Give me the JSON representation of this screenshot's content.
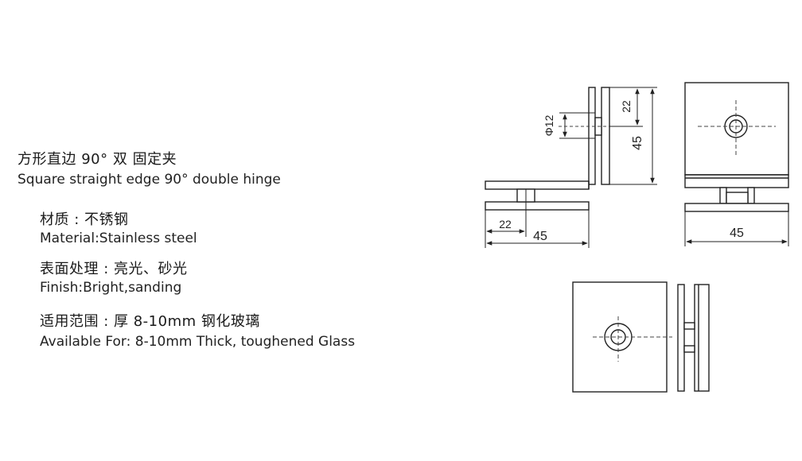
{
  "title": {
    "cn": "方形直边 90° 双 固定夹",
    "en": "Square straight edge 90° double hinge"
  },
  "specs": [
    {
      "cn": "材质 : 不锈钢",
      "en": "Material:Stainless steel"
    },
    {
      "cn": "表面处理 : 亮光、砂光",
      "en": "Finish:Bright,sanding"
    },
    {
      "cn": "适用范围 : 厚 8-10mm 钢化玻璃",
      "en": "Available For: 8-10mm Thick, toughened Glass"
    }
  ],
  "dimensions": {
    "hole": "Φ12",
    "offset_vertical": "22",
    "height": "45",
    "offset_horizontal": "22",
    "width_side": "45",
    "width_front": "45"
  },
  "colors": {
    "line": "#222222",
    "fill": "#ffffff",
    "dash": "#444444"
  }
}
